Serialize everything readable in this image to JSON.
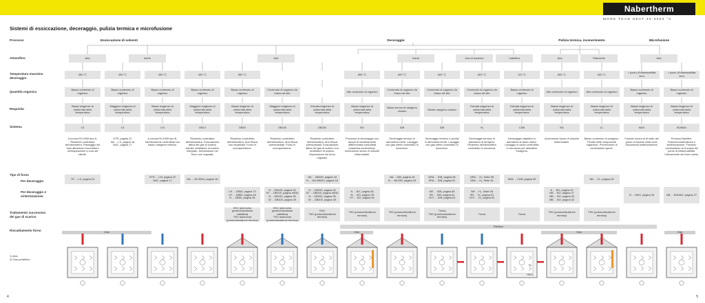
{
  "brand": {
    "name": "Nabertherm",
    "tagline": "MORE THAN HEAT 30-3000 °C"
  },
  "title": "Sistemi di essiccazione, deceraggio, pulizia termica e microfusione",
  "row_labels": {
    "processo": "Processo",
    "atmosfera": "Atmosfera",
    "temperatura": "Temperatura massima\ndeceraggio",
    "quantita": "Quantità organica",
    "requisito": "Requisito",
    "sistema": "Sistema",
    "tipo_forno": "Tipo di forno",
    "per_deceraggio": "Per deceraggio",
    "per_sinterizzazione": "Per deceraggio e\nsinterizzazione",
    "trattamento": "Trattamento successivo\ndei gas di scarico",
    "riscaldamento": "Riscaldamento forno"
  },
  "processes": {
    "essiccazione": "Essiccazione di solventi",
    "deceraggio": "Deceraggio",
    "pulizia": "Pulizia termica, incenerimento",
    "microfusione": "Microfusione"
  },
  "atmospheres": {
    "aria1": "Aria",
    "inerte1": "Inerte",
    "aria2": "Aria",
    "inerte2": "Inerte",
    "gas_reazione": "Gas di reazione",
    "catalitica": "Catalitica",
    "aria3": "Aria",
    "riducente": "Riducente",
    "aria4": "Aria"
  },
  "columns": [
    {
      "temp": "360 °C",
      "qty": "Basso contenuto di organico",
      "req": "Basse esigenze di uniformità della temperatura",
      "sys": "LS",
      "desc": "A norma EN 1539 tipo A. Ricambio controllato dell'atmosfera. Passaggio dei fumi attraverso bocchettoni nell'aspirazione a cura del cliente.",
      "ref1": "TR ... LS, pagina 20",
      "ref2": "",
      "post": ""
    },
    {
      "temp": "450 °C",
      "qty": "Basso contenuto di organico",
      "req": "Maggiore esigenza di uniformità della temperatura",
      "sys": "LS",
      "desc": "KTR, pagina 22\nNA ... LS, pagina 18\nNAC, pagina 17",
      "ref1": "",
      "ref2": "",
      "post": ""
    },
    {
      "temp": "450 °C",
      "qty": "Basso contenuto di organico",
      "req": "Basse esigenze di uniformità della temperatura",
      "sys": "LSI",
      "desc": "A norma EN 1539 tipo B. Inertizzazione controllata con basso ossigeno residuo.",
      "ref1": "KTR ... LSI, pagina 22\nNAC, pagina 17",
      "ref2": "",
      "post": ""
    },
    {
      "temp": "450 °C",
      "qty": "Basso contenuto di organico",
      "req": "Maggiore esigenza di uniformità della temperatura",
      "sys": "DB10",
      "desc": "Ricambio controllato dell'atmosfera. Evacuazione attiva del gas di scarico tramite ventilatore di scarico integrato. Depressione nel forno non regolata.",
      "ref1": "NA ... 45 DB10, pagina 18",
      "ref2": "",
      "post": ""
    },
    {
      "temp": "850 °C",
      "qty": "Basso contenuto di organico",
      "req": "Basse esigenze di uniformità della temperatura",
      "sys": "DB50",
      "desc": "Ricambio controllato dell'atmosfera. Aria fresca non riscaldata. Forno in sovrapressione.",
      "ref1": "",
      "ref2": "LH ... DB50, pagina 70\nHT ... DB50, pagina 46\nN ... DB50, pagina 36",
      "post": "KNV autonoma (postcombustione catalitica)\nTNV autonoma (postcombustione termica)"
    },
    {
      "temp": "",
      "qty": "Contenuto di organico da basso ad alto",
      "req": "Maggiore esigenza di uniformità della temperatura",
      "sys": "DB100",
      "desc": "Ricambio controllato dell'atmosfera. Aria fresca preriscaldata. Forno in sovrapressione.",
      "ref1": "",
      "ref2": "H ... DB100, pagina 34\nHT ... DB100, pagina 46/50\nN ... DB100, pagina 36\nW ... DB100, pagina 39",
      "post": "KNV autonoma (postcombustione catalitica)\nTNV autonoma (postcombustione termica)"
    },
    {
      "temp": "",
      "qty": "",
      "req": "Elevata esigenza di uniformità della temperatura",
      "sys": "DB200",
      "desc": "Ricambio controllato dell'atmosfera. Aria fresca preriscaldata. Evacuazione attiva del gas di scarico con ventilatore di scarico. Depressione nel forno regolata.",
      "ref1": "NA ... DB200, pagina 18\nN ... NA DB200, pagina 18",
      "ref2": "H ... DB200, pagina 34\nHT ... DB200, pagina 46/50\nN ... DB200, pagina 36\nW ... DB200, pagina 39",
      "post": "KNV\nTNV (postcombustione termica)"
    },
    {
      "temp": "850 °C",
      "qty": "Alto contenuto di organico",
      "req": "Basse esigenze di uniformità della temperatura",
      "sys": "BO",
      "desc": "Processo di deceraggio con rampa di riscaldamento differenziata controllata (massima esotermica). Accensione sicura di miscele infiammabili.",
      "ref1": "",
      "ref2": "N ... BO, pagina 36\nW ... BO, pagina 39\nHT ... BO, pagina 46",
      "post": "TNV (postcombustione termica)"
    },
    {
      "temp": "600 °C",
      "qty": "Contenuto di organico da basso ad alto",
      "req": "Basso tenore di ossigeno residuo",
      "sys": "IDB",
      "desc": "Deceraggio termico in atmosfera inerte. Lavaggio con gas inerte controllato in sicurezza.",
      "ref1": "NA ... IDB, pagina 18\nN ... NA IDB, pagina 18",
      "ref2": "",
      "post": "TNV (postcombustione termica)"
    },
    {
      "temp": "600 °C",
      "qty": "Contenuto di organico da basso ad alto",
      "req": "Niente ossigeno residuo",
      "sys": "IDB",
      "desc": "Deceraggio termico e pirolisi in atmosfera inerte. Lavaggio con gas inerte controllato in sicurezza.",
      "ref1": "NRA ... IDB, pagina 58\nSRA ... IDB, pagina 61",
      "ref2": "NR ... IDB, pagina 58\nSR ... IDB, pagina 61\nVHT ... IDB, pagina 62",
      "post": "Torcia\nTNV (postcombustione termica)"
    },
    {
      "temp": "600 °C",
      "qty": "Contenuto di organico da basso ad alto",
      "req": "Elevata esigenza di uniformità della temperatura",
      "sys": "H₂",
      "desc": "Deceraggio termico in atmosfera di idrogeno. Ricambio dell'atmosfera controllato in sicurezza.",
      "ref1": "NRA ... H₂, Seite 58\nSRA ... H₂, Seite 61",
      "ref2": "NR ... H₂, Seite 58\nSR ... H₂, pagina 61\nVHT ... H₂, pagina 62",
      "post": "Torcia"
    },
    {
      "temp": "120 °C",
      "qty": "Basso contenuto di organico",
      "req": "Elevata esigenza di uniformità della temperatura",
      "sys": "CDB",
      "desc": "Deceraggio catalitico in atmosfera di acido nitrico. Lavaggio in azoto controllato in sicurezza per abbattere l'ossigeno.",
      "ref1": "NRA ... CDB, pagina 69",
      "ref2": "",
      "post": "Torcia"
    },
    {
      "temp": "850 °C",
      "qty": "Alto contenuto di organico",
      "req": "Basse esigenze di uniformità della temperatura",
      "sys": "BO",
      "desc": "Accensione sicura di miscele infiammabili.",
      "ref1": "",
      "ref2": "N ... BO, pagina 29\nNB ... BO, pagina 27\nMB ... BO, pagina 30\nMB ... BO, pagina 32",
      "post": "TNV (postcombustione termica)"
    },
    {
      "temp": "500 °C",
      "qty": "Alto contenuto di organico",
      "req": "Basse esigenze di uniformità della temperatura",
      "sys": "CL",
      "desc": "Basso contenuto di ossigeno. Pirolisi delle componenti organiche. Prevenzione di combustioni spurie.",
      "ref1": "NB ... CL, pagina 28",
      "ref2": "",
      "post": "TNV (postcombustione termica)"
    },
    {
      "temp": "< punto d'infiammabilità cera",
      "qty": "Basso contenuto di organico",
      "req": "Basse esigenze di uniformità della temperatura",
      "sys": "WAX",
      "desc": "Fusione sicura al di sotto del punto di fusione della cera. Successiva sinterizzazione.",
      "ref1": "",
      "ref2": "N ... WAX, pagina 26",
      "post": ""
    },
    {
      "temp": "> punto d'infiammabilità cera",
      "qty": "Basso contenuto di organico",
      "req": "Basse esigenze di uniformità della temperatura",
      "sys": "BOMAX",
      "desc": "Processi flashfire. Fusione/combustione e sinterizzazione. Fusione/ combustione al di sopra del punto di infiammabilità. Caricamento del forno caldo.",
      "ref1": "",
      "ref2": "NB ... BOMAX, pagina 27",
      "post": ""
    }
  ],
  "heating": {
    "elettrico": "Elettrico",
    "gas1": "Gas",
    "gas2": "Gas",
    "gas3": "Gas",
    "gas4": "Gas"
  },
  "legend": [
    "1) Aria",
    "2) Gas protettivo"
  ],
  "diagram_labels": {
    "n2": "N₂",
    "hno3": "HNO₃"
  },
  "page_left": "4",
  "page_right": "5",
  "colors": {
    "yellow": "#f3e600",
    "box": "#e3e3e3",
    "red": "#d8262e",
    "blue": "#2f73b8",
    "orange": "#e9962b"
  }
}
